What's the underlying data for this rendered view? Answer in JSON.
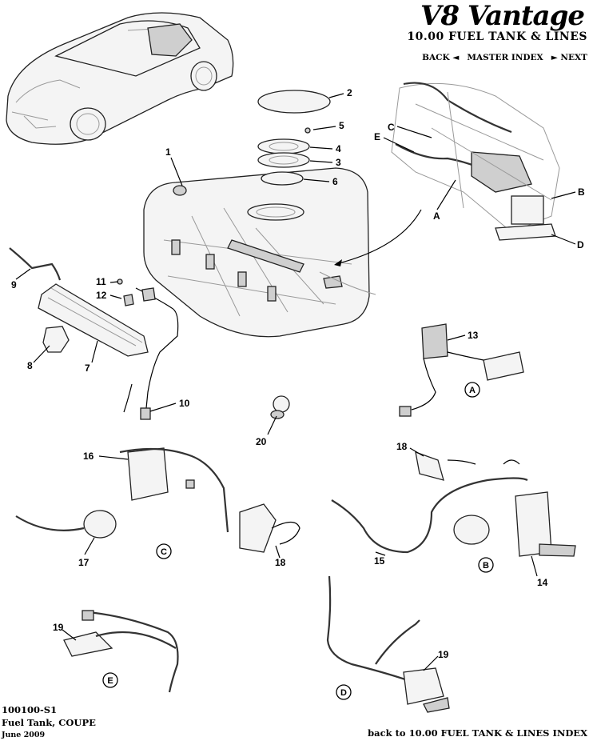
{
  "header": {
    "brand": "V8 Vantage",
    "section_title": "10.00 FUEL TANK & LINES",
    "nav": {
      "back": "BACK ◄",
      "master_index": "MASTER INDEX",
      "next": "► NEXT"
    }
  },
  "callouts": {
    "n1": "1",
    "n2": "2",
    "n3": "3",
    "n4": "4",
    "n5": "5",
    "n6": "6",
    "n7": "7",
    "n8": "8",
    "n9": "9",
    "n10": "10",
    "n11": "11",
    "n12": "12",
    "n13": "13",
    "n14": "14",
    "n15": "15",
    "n16": "16",
    "n17": "17",
    "n18a": "18",
    "n18b": "18",
    "n19a": "19",
    "n19b": "19",
    "n20": "20"
  },
  "view_letters": {
    "A": "A",
    "B": "B",
    "C": "C",
    "D": "D",
    "E": "E",
    "A_circle": "A",
    "B_circle": "B",
    "C_circle": "C",
    "D_circle": "D",
    "E_circle": "E"
  },
  "footer": {
    "code": "100100-S1",
    "subtitle": "Fuel Tank, COUPE",
    "date": "June 2009",
    "back_link": "back to 10.00 FUEL TANK & LINES INDEX"
  }
}
